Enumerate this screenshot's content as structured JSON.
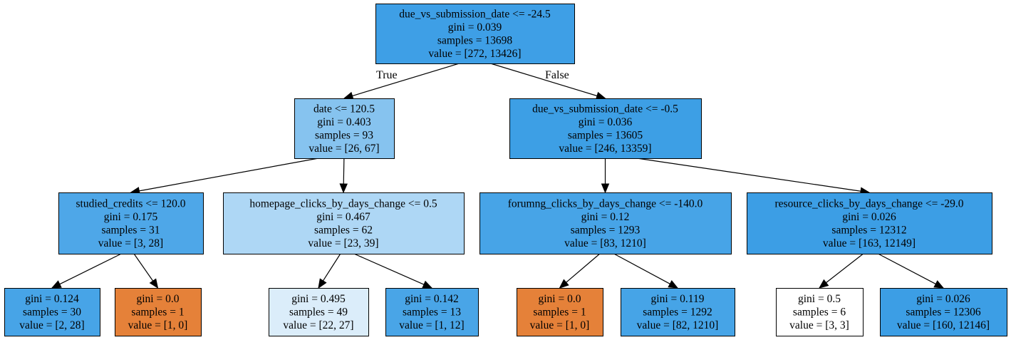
{
  "tree": {
    "nodes": [
      {
        "id": "n0",
        "lines": [
          "due_vs_submission_date <= -24.5",
          "gini = 0.039",
          "samples = 13698",
          "value = [272, 13426]"
        ],
        "fill": "#3e9fe6"
      },
      {
        "id": "n1",
        "lines": [
          "date <= 120.5",
          "gini = 0.403",
          "samples = 93",
          "value = [26, 67]"
        ],
        "fill": "#86c3ef"
      },
      {
        "id": "n2",
        "lines": [
          "due_vs_submission_date <= -0.5",
          "gini = 0.036",
          "samples = 13605",
          "value = [246, 13359]"
        ],
        "fill": "#3d9fe5"
      },
      {
        "id": "n3",
        "lines": [
          "studied_credits <= 120.0",
          "gini = 0.175",
          "samples = 31",
          "value = [3, 28]"
        ],
        "fill": "#4ea7e8"
      },
      {
        "id": "n4",
        "lines": [
          "homepage_clicks_by_days_change <= 0.5",
          "gini = 0.467",
          "samples = 62",
          "value = [23, 39]"
        ],
        "fill": "#aed7f5"
      },
      {
        "id": "n5",
        "lines": [
          "forumng_clicks_by_days_change <= -140.0",
          "gini = 0.12",
          "samples = 1293",
          "value = [83, 1210]"
        ],
        "fill": "#47a4e7"
      },
      {
        "id": "n6",
        "lines": [
          "resource_clicks_by_days_change <= -29.0",
          "gini = 0.026",
          "samples = 12312",
          "value = [163, 12149]"
        ],
        "fill": "#3c9ee5"
      },
      {
        "id": "n7",
        "lines": [
          "gini = 0.124",
          "samples = 30",
          "value = [2, 28]"
        ],
        "fill": "#47a4e7"
      },
      {
        "id": "n8",
        "lines": [
          "gini = 0.0",
          "samples = 1",
          "value = [1, 0]"
        ],
        "fill": "#e58139"
      },
      {
        "id": "n9",
        "lines": [
          "gini = 0.495",
          "samples = 49",
          "value = [22, 27]"
        ],
        "fill": "#dbedfa"
      },
      {
        "id": "n10",
        "lines": [
          "gini = 0.142",
          "samples = 13",
          "value = [1, 12]"
        ],
        "fill": "#49a5e7"
      },
      {
        "id": "n11",
        "lines": [
          "gini = 0.0",
          "samples = 1",
          "value = [1, 0]"
        ],
        "fill": "#e58139"
      },
      {
        "id": "n12",
        "lines": [
          "gini = 0.119",
          "samples = 1292",
          "value = [82, 1210]"
        ],
        "fill": "#46a4e7"
      },
      {
        "id": "n13",
        "lines": [
          "gini = 0.5",
          "samples = 6",
          "value = [3, 3]"
        ],
        "fill": "#ffffff"
      },
      {
        "id": "n14",
        "lines": [
          "gini = 0.026",
          "samples = 12306",
          "value = [160, 12146]"
        ],
        "fill": "#3c9ee5"
      }
    ],
    "edges": [
      {
        "from": "n0",
        "to": "n1",
        "label": "True"
      },
      {
        "from": "n0",
        "to": "n2",
        "label": "False"
      },
      {
        "from": "n1",
        "to": "n3"
      },
      {
        "from": "n1",
        "to": "n4"
      },
      {
        "from": "n2",
        "to": "n5"
      },
      {
        "from": "n2",
        "to": "n6"
      },
      {
        "from": "n3",
        "to": "n7"
      },
      {
        "from": "n3",
        "to": "n8"
      },
      {
        "from": "n4",
        "to": "n9"
      },
      {
        "from": "n4",
        "to": "n10"
      },
      {
        "from": "n5",
        "to": "n11"
      },
      {
        "from": "n5",
        "to": "n12"
      },
      {
        "from": "n6",
        "to": "n13"
      },
      {
        "from": "n6",
        "to": "n14"
      }
    ]
  }
}
